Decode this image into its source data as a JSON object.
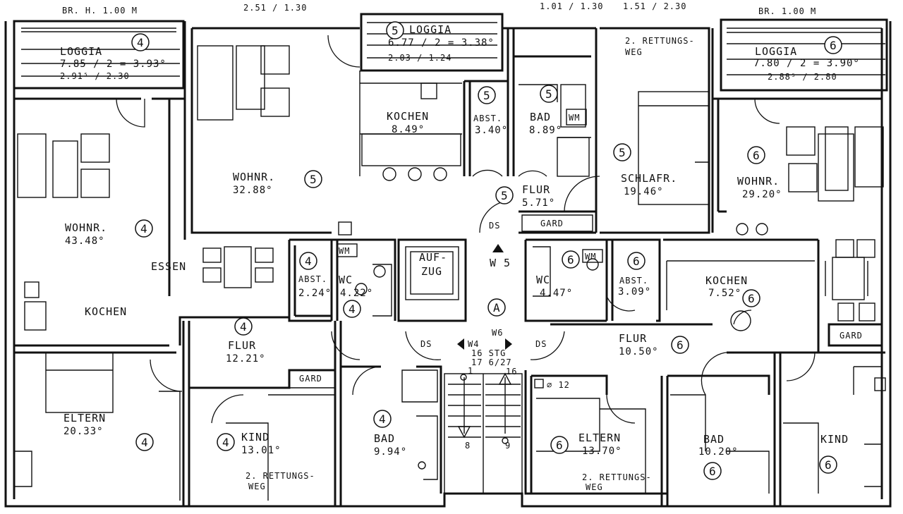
{
  "dimensions_top": {
    "left": "BR. H. 1.00 M",
    "mid_left": "2.51 / 1.30",
    "mid_right_a": "1.01 / 1.30",
    "mid_right_b": "1.51 / 2.30",
    "right": "BR. 1.00 M"
  },
  "rooms": [
    {
      "key": "loggia4",
      "name": "LOGGIA",
      "area": "7.85 / 2 = 3.93°",
      "dim": "2.91⁵ / 2.30",
      "unit": "4"
    },
    {
      "key": "loggia5",
      "name": "LOGGIA",
      "area": "6.77 / 2 = 3.38°",
      "dim": "2.03 / 1.24",
      "unit": "5"
    },
    {
      "key": "loggia6",
      "name": "LOGGIA",
      "area": "7.80 / 2 = 3.90°",
      "dim": "2.88⁵ / 2.80",
      "unit": "6"
    },
    {
      "key": "wohnr4",
      "name": "WOHNR.",
      "area": "43.48°",
      "unit": "4"
    },
    {
      "key": "wohnr5",
      "name": "WOHNR.",
      "area": "32.88°",
      "unit": "5"
    },
    {
      "key": "wohnr6",
      "name": "WOHNR.",
      "area": "29.20°",
      "unit": "6"
    },
    {
      "key": "kochen5",
      "name": "KOCHEN",
      "area": "8.49°",
      "unit": ""
    },
    {
      "key": "abst5",
      "name": "ABST.",
      "area": "3.40°",
      "unit": "5"
    },
    {
      "key": "bad5",
      "name": "BAD",
      "area": "8.89°",
      "unit": "5"
    },
    {
      "key": "schlafr5",
      "name": "SCHLAFR.",
      "area": "19.46°",
      "unit": "5"
    },
    {
      "key": "flur5",
      "name": "FLUR",
      "area": "5.71°",
      "unit": "5"
    },
    {
      "key": "abst4",
      "name": "ABST.",
      "area": "2.24°",
      "unit": "4"
    },
    {
      "key": "wc4",
      "name": "WC",
      "area": "4.22°",
      "unit": "4"
    },
    {
      "key": "wc6",
      "name": "WC",
      "area": "4.47°",
      "unit": "6"
    },
    {
      "key": "abst6",
      "name": "ABST.",
      "area": "3.09°",
      "unit": "6"
    },
    {
      "key": "kochen6",
      "name": "KOCHEN",
      "area": "7.52°",
      "unit": "6"
    },
    {
      "key": "flur4",
      "name": "FLUR",
      "area": "12.21°",
      "unit": "4"
    },
    {
      "key": "flur6",
      "name": "FLUR",
      "area": "10.50°",
      "unit": "6"
    },
    {
      "key": "eltern4",
      "name": "ELTERN",
      "area": "20.33°",
      "unit": "4"
    },
    {
      "key": "kind4",
      "name": "KIND",
      "area": "13.01°",
      "unit": "4"
    },
    {
      "key": "bad4",
      "name": "BAD",
      "area": "9.94°",
      "unit": "4"
    },
    {
      "key": "eltern6",
      "name": "ELTERN",
      "area": "13.70°",
      "unit": "6"
    },
    {
      "key": "bad6",
      "name": "BAD",
      "area": "10.20°",
      "unit": "6"
    },
    {
      "key": "kind6",
      "name": "KIND",
      "area": "",
      "unit": "6"
    }
  ],
  "labels": {
    "essen": "ESSEN",
    "kochen4": "KOCHEN",
    "aufzug_a": "AUF-",
    "aufzug_b": "ZUG",
    "rettung_top_a": "2. RETTUNGS-",
    "rettung_top_b": "WEG",
    "rettung_kind4_a": "2. RETTUNGS-",
    "rettung_kind4_b": "WEG",
    "rettung_eltern6_a": "2. RETTUNGS-",
    "rettung_eltern6_b": "WEG",
    "gard5": "GARD",
    "gard4": "GARD",
    "gard6": "GARD",
    "wm": "WM",
    "ds": "DS",
    "w5": "W 5",
    "w6": "W6",
    "w4": "W4",
    "stairs_a": "16 STG",
    "stairs_b": "17 6/27",
    "stair_1": "1",
    "stair_16": "16",
    "stair_8": "8",
    "stair_9": "9",
    "circle_a": "A",
    "phi12": "⌀ 12"
  }
}
